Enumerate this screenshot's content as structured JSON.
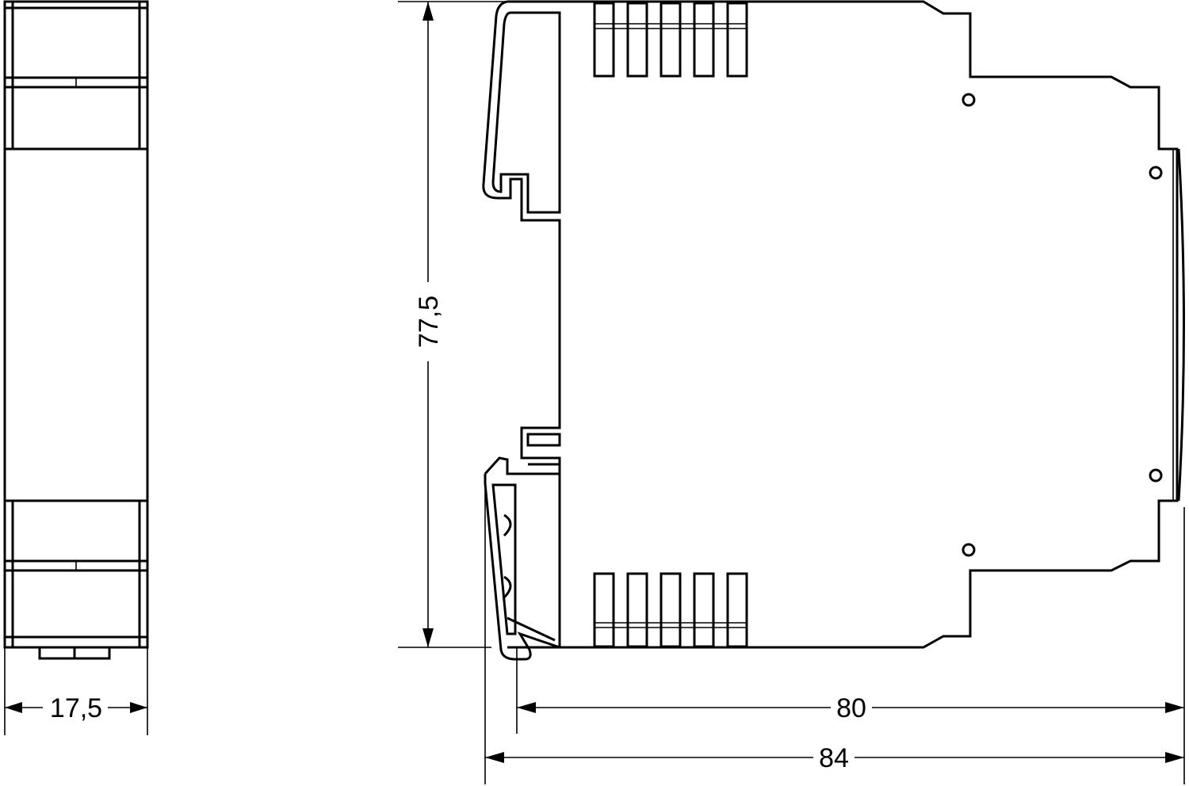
{
  "dimensions": {
    "width_front": "17,5",
    "height": "77,5",
    "depth_80": "80",
    "depth_84": "84"
  },
  "colors": {
    "line": "#000000",
    "background": "#ffffff"
  }
}
